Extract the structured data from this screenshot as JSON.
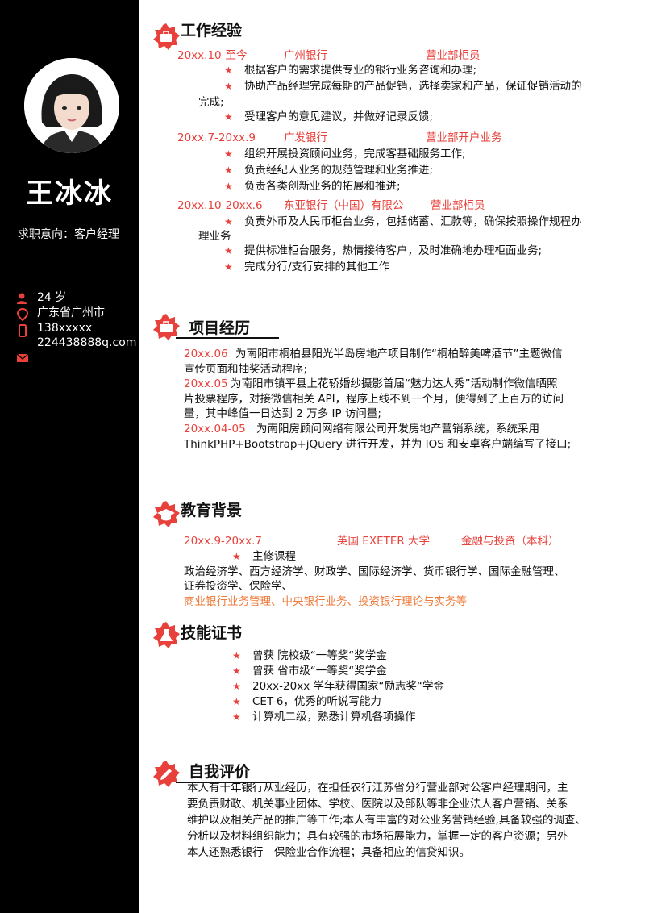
{
  "profile": {
    "name": "王冰冰",
    "intent": "求职意向：客户经理",
    "age": "24 岁",
    "location": "广东省广州市",
    "phone": "138xxxxx",
    "email": "224438888q.com"
  },
  "work": {
    "title": "工作经验",
    "jobs": [
      {
        "period": "20xx.10-至今",
        "company": "广州银行",
        "role": "营业部柜员",
        "items": [
          "根据客户的需求提供专业的银行业务咨询和办理;",
          "协助产品经理完成每期的产品促销，选择卖家和产品，保证促销活动的",
          "受理客户的意见建议，并做好记录反馈;"
        ],
        "wrap": "完成;"
      },
      {
        "period": "20xx.7-20xx.9",
        "company": "广发银行",
        "role": "营业部开户业务",
        "items": [
          "组织开展投资顾问业务，完成客基础服务工作;",
          "负责经纪人业务的规范管理和业务推进;",
          "负责各类创新业务的拓展和推进;"
        ]
      },
      {
        "period": "20xx.10-20xx.6",
        "company": "东亚银行（中国）有限公",
        "role": "营业部柜员",
        "items": [
          "负责外币及人民币柜台业务，包括储蓄、汇款等，确保按照操作规程办",
          "提供标准柜台服务，热情接待客户，及时准确地办理柜面业务;",
          "完成分行/支行安排的其他工作"
        ],
        "wrap": "理业务"
      }
    ]
  },
  "projects": {
    "title": "项目经历",
    "entries": [
      {
        "date": "20xx.06",
        "line1": "为南阳市桐柏县阳光半岛房地产项目制作“桐柏醉美啤酒节”主题微信",
        "line2": "宣传页面和抽奖活动程序;"
      },
      {
        "date": "20xx.05",
        "line1": "为南阳市镇平县上花轿婚纱摄影首届“魅力达人秀”活动制作微信晒照",
        "line2": "片投票程序，对接微信相关 API，程序上线不到一个月，便得到了上百万的访问",
        "line3": "量，其中峰值一日达到 2 万多 IP 访问量;"
      },
      {
        "date": "20xx.04-05",
        "line1": "为南阳房顾问网络有限公司开发房地产营销系统，系统采用",
        "line2": "ThinkPHP+Bootstrap+jQuery 进行开发，并为 IOS 和安卓客户端编写了接口;"
      }
    ]
  },
  "education": {
    "title": "教育背景",
    "period": "20xx.9-20xx.7",
    "school": "英国 EXETER 大学",
    "major": "金融与投资（本科）",
    "courses_label": "主修课程",
    "courses_line1": "政治经济学、西方经济学、财政学、国际经济学、货币银行学、国际金融管理、",
    "courses_line2": "证券投资学、保险学、",
    "courses_line3": "商业银行业务管理、中央银行业务、投资银行理论与实务等"
  },
  "skills": {
    "title": "技能证书",
    "items": [
      "曾获  院校级“一等奖“奖学金",
      "曾获  省市级“一等奖“奖学金",
      "20xx-20xx 学年获得国家“励志奖“学金",
      "CET-6，优秀的听说写能力",
      "计算机二级，熟悉计算机各项操作"
    ]
  },
  "self": {
    "title": "自我评价",
    "lines": [
      "本人有十年银行从业经历，在担任农行江苏省分行营业部对公客户经理期间，主",
      "要负责财政、机关事业团体、学校、医院以及部队等非企业法人客户营销、关系",
      "维护以及相关产品的推广等工作;本人有丰富的对公业务营销经验,具备较强的调查、",
      "分析以及材料组织能力；具有较强的市场拓展能力，掌握一定的客户资源；另外",
      "本人还熟悉银行—保险业合作流程；具备相应的信贷知识。"
    ]
  },
  "colors": {
    "accent": "#e8413b",
    "orange": "#ee7a3a",
    "sidebar": "#000000"
  },
  "icons": [
    "person-icon",
    "location-icon",
    "phone-icon",
    "mail-icon",
    "briefcase-icon",
    "toolbox-icon",
    "graduation-cap-icon",
    "flask-icon",
    "pencil-icon",
    "star-icon"
  ]
}
